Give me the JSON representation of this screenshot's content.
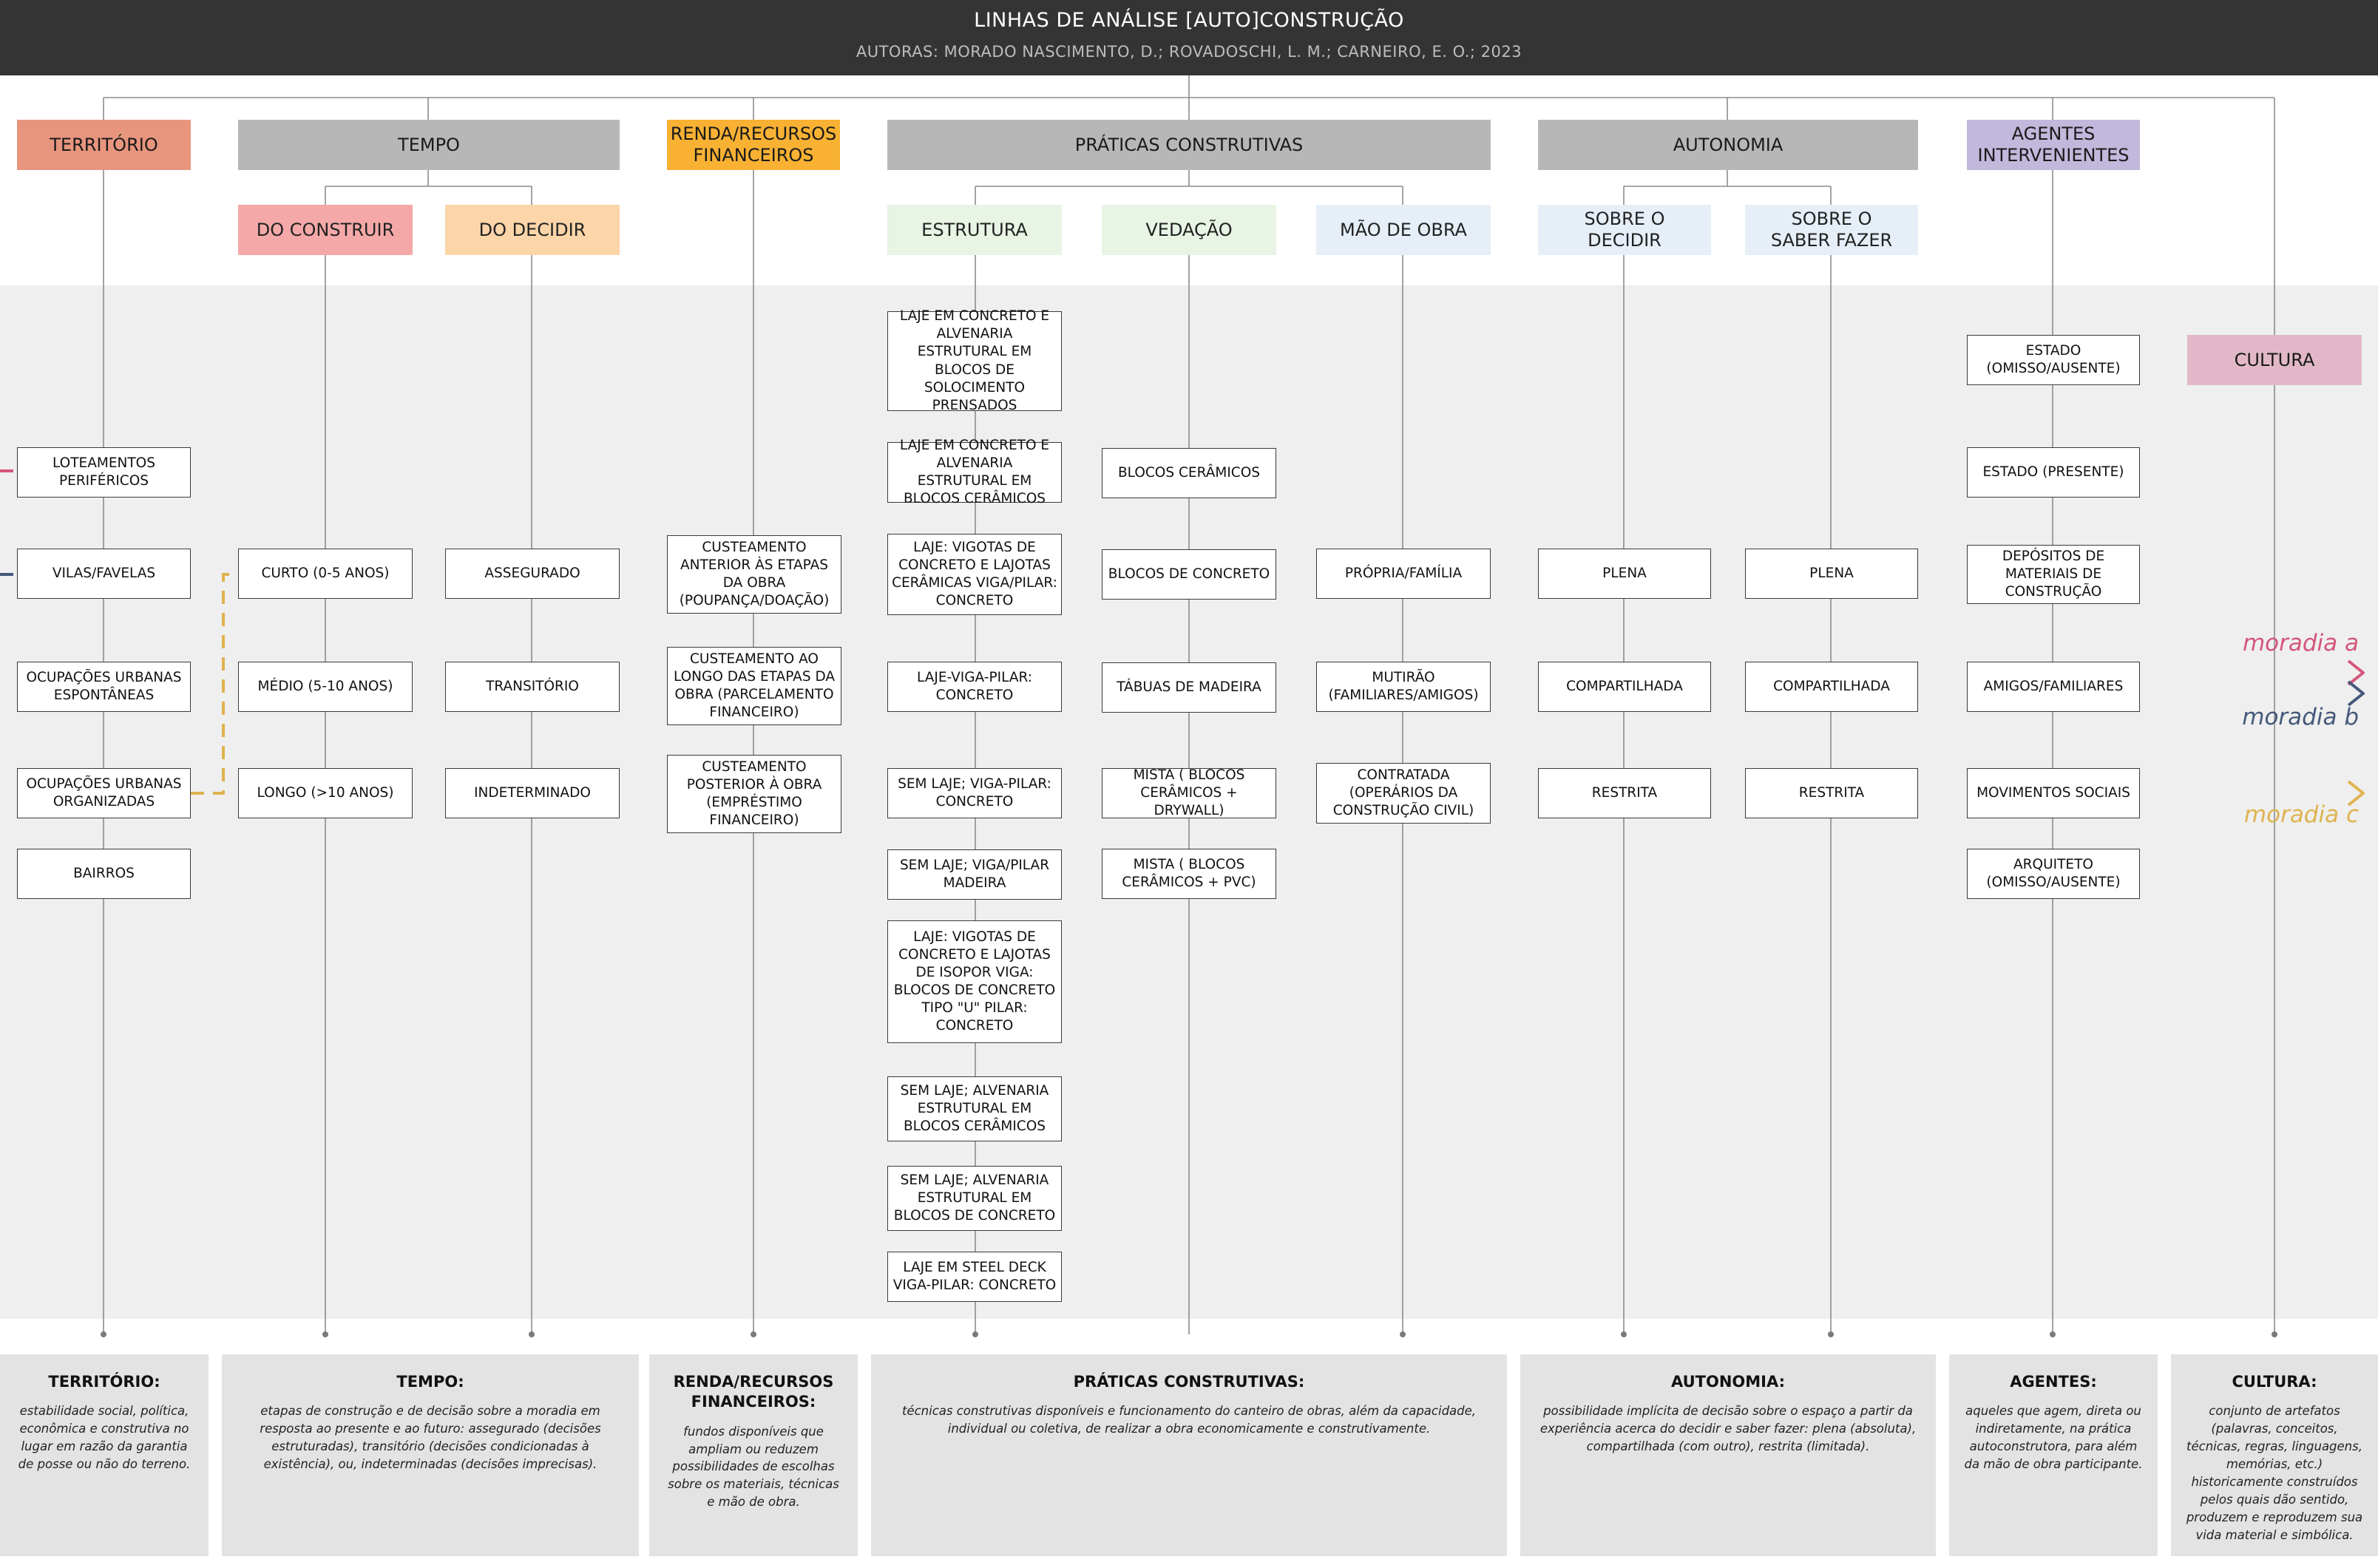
{
  "header": {
    "title": "LINHAS DE ANÁLISE [AUTO]CONSTRUÇÃO",
    "subtitle": "AUTORAS: MORADO NASCIMENTO, D.; ROVADOSCHI, L. M.; CARNEIRO, E. O.; 2023"
  },
  "colors": {
    "header_bg": "#343434",
    "territorio": "#e8957e",
    "tempo": "#b7b7b7",
    "renda": "#f8b133",
    "praticas": "#b7b7b7",
    "autonomia": "#b7b7b7",
    "agentes": "#c2b8dc",
    "cultura": "#e2b8c8",
    "do_construir": "#f4a9a8",
    "do_decidir": "#fcd5a8",
    "praticas_subs": "#e8f4e4",
    "autonomia_subs": "#e6eff8",
    "moradia_a": "#d4557a",
    "moradia_b": "#45587a",
    "moradia_c": "#dfb34e"
  },
  "categories": {
    "territorio": "TERRITÓRIO",
    "tempo": "TEMPO",
    "renda": "RENDA/RECURSOS FINANCEIROS",
    "praticas": "PRÁTICAS CONSTRUTIVAS",
    "autonomia": "AUTONOMIA",
    "agentes": "AGENTES INTERVENIENTES",
    "cultura": "CULTURA"
  },
  "subcategories": {
    "do_construir": "DO CONSTRUIR",
    "do_decidir": "DO DECIDIR",
    "estrutura": "ESTRUTURA",
    "vedacao": "VEDAÇÃO",
    "mao_de_obra": "MÃO DE OBRA",
    "sobre_decidir": "SOBRE O DECIDIR",
    "sobre_saber": "SOBRE O SABER FAZER"
  },
  "items": {
    "territorio": [
      "LOTEAMENTOS PERIFÉRICOS",
      "VILAS/FAVELAS",
      "OCUPAÇÕES URBANAS ESPONTÂNEAS",
      "OCUPAÇÕES URBANAS ORGANIZADAS",
      "BAIRROS"
    ],
    "do_construir": [
      "CURTO (0-5 ANOS)",
      "MÉDIO (5-10 ANOS)",
      "LONGO (>10 ANOS)"
    ],
    "do_decidir": [
      "ASSEGURADO",
      "TRANSITÓRIO",
      "INDETERMINADO"
    ],
    "renda": [
      "CUSTEAMENTO ANTERIOR ÀS ETAPAS DA OBRA (POUPANÇA/DOAÇÃO)",
      "CUSTEAMENTO AO LONGO DAS ETAPAS DA OBRA (PARCELAMENTO FINANCEIRO)",
      "CUSTEAMENTO POSTERIOR À OBRA (EMPRÉSTIMO FINANCEIRO)"
    ],
    "estrutura": [
      "LAJE EM CONCRETO E ALVENARIA ESTRUTURAL EM BLOCOS DE SOLOCIMENTO PRENSADOS",
      "LAJE EM CONCRETO E ALVENARIA ESTRUTURAL EM BLOCOS CERÂMICOS",
      "LAJE: VIGOTAS DE CONCRETO E LAJOTAS CERÂMICAS VIGA/PILAR: CONCRETO",
      "LAJE-VIGA-PILAR: CONCRETO",
      "SEM LAJE; VIGA-PILAR: CONCRETO",
      "SEM LAJE; VIGA/PILAR MADEIRA",
      "LAJE: VIGOTAS DE CONCRETO E LAJOTAS DE ISOPOR VIGA: BLOCOS DE CONCRETO TIPO \"U\" PILAR: CONCRETO",
      "SEM LAJE; ALVENARIA ESTRUTURAL EM BLOCOS CERÂMICOS",
      "SEM LAJE; ALVENARIA ESTRUTURAL EM BLOCOS DE CONCRETO",
      "LAJE EM STEEL DECK VIGA-PILAR: CONCRETO"
    ],
    "vedacao": [
      "BLOCOS CERÂMICOS",
      "BLOCOS DE CONCRETO",
      "TÁBUAS DE MADEIRA",
      "MISTA ( BLOCOS CERÂMICOS + DRYWALL)",
      "MISTA ( BLOCOS CERÂMICOS + PVC)"
    ],
    "mao_de_obra": [
      "PRÓPRIA/FAMÍLIA",
      "MUTIRÃO (FAMILIARES/AMIGOS)",
      "CONTRATADA (OPERÁRIOS DA CONSTRUÇÃO CIVIL)"
    ],
    "sobre_decidir": [
      "PLENA",
      "COMPARTILHADA",
      "RESTRITA"
    ],
    "sobre_saber": [
      "PLENA",
      "COMPARTILHADA",
      "RESTRITA"
    ],
    "agentes": [
      "ESTADO (OMISSO/AUSENTE)",
      "ESTADO (PRESENTE)",
      "DEPÓSITOS DE MATERIAIS DE CONSTRUÇÃO",
      "AMIGOS/FAMILIARES",
      "MOVIMENTOS SOCIAIS",
      "ARQUITETO (OMISSO/AUSENTE)"
    ]
  },
  "legend": {
    "a": "moradia a",
    "b": "moradia b",
    "c": "moradia c"
  },
  "footer": {
    "territorio": {
      "title": "TERRITÓRIO:",
      "text": "estabilidade social, política, econômica e construtiva no lugar em razão da garantia de posse ou não do terreno."
    },
    "tempo": {
      "title": "TEMPO:",
      "text": "etapas de construção e de decisão sobre a moradia em resposta ao presente e ao futuro: assegurado (decisões estruturadas), transitório (decisões condicionadas à existência), ou, indeterminadas (decisões imprecisas)."
    },
    "renda": {
      "title": "RENDA/RECURSOS FINANCEIROS:",
      "text": "fundos disponíveis que ampliam ou reduzem possibilidades de escolhas sobre os materiais, técnicas e mão de obra."
    },
    "praticas": {
      "title": "PRÁTICAS CONSTRUTIVAS:",
      "text": "técnicas construtivas disponíveis e funcionamento do canteiro de obras, além da capacidade, individual ou coletiva, de realizar a obra economicamente e construtivamente."
    },
    "autonomia": {
      "title": "AUTONOMIA:",
      "text": "possibilidade implícita de decisão sobre o espaço a partir da experiência acerca do decidir e saber fazer: plena (absoluta), compartilhada (com outro), restrita (limitada)."
    },
    "agentes": {
      "title": "AGENTES:",
      "text": "aqueles que agem, direta ou indiretamente, na prática autoconstrutora, para além da mão de obra participante."
    },
    "cultura": {
      "title": "CULTURA:",
      "text": "conjunto de artefatos (palavras, conceitos, técnicas, regras, linguagens, memórias, etc.) historicamente construídos pelos quais dão sentido, produzem e reproduzem sua vida material e simbólica."
    }
  }
}
